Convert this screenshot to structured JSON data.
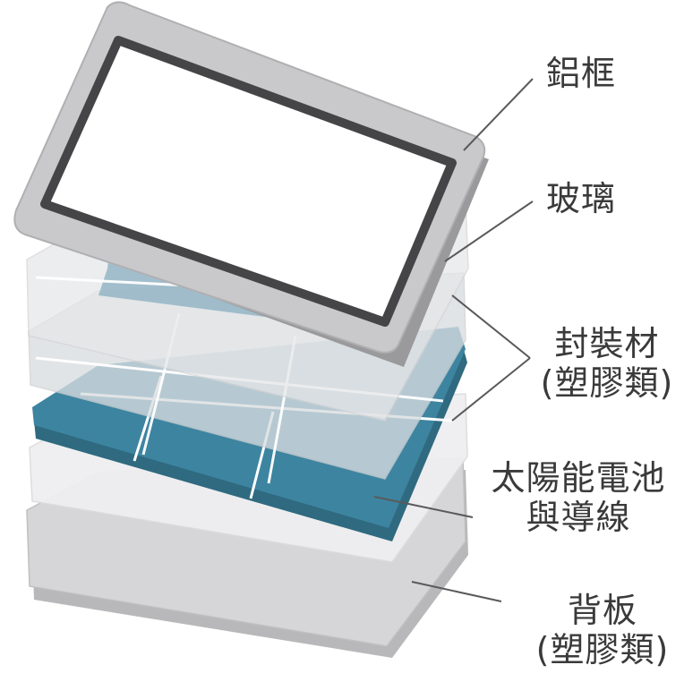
{
  "labels": {
    "frame": "鋁框",
    "glass": "玻璃",
    "encapsulant_line1": "封裝材",
    "encapsulant_line2": "(塑膠類)",
    "cells_line1": "太陽能電池",
    "cells_line2": "與導線",
    "backsheet_line1": "背板",
    "backsheet_line2": "(塑膠類)"
  },
  "colors": {
    "frame_fill": "#c8c8ca",
    "frame_stroke": "#4a4a4a",
    "glass_fill": "#e8e8ea",
    "encapsulant_fill": "#e4e4e6",
    "cell_fill": "#3a7f97",
    "cell_edge": "#2f6a80",
    "backsheet_fill": "#d4d4d6",
    "leader_line": "#5a5a5a"
  }
}
